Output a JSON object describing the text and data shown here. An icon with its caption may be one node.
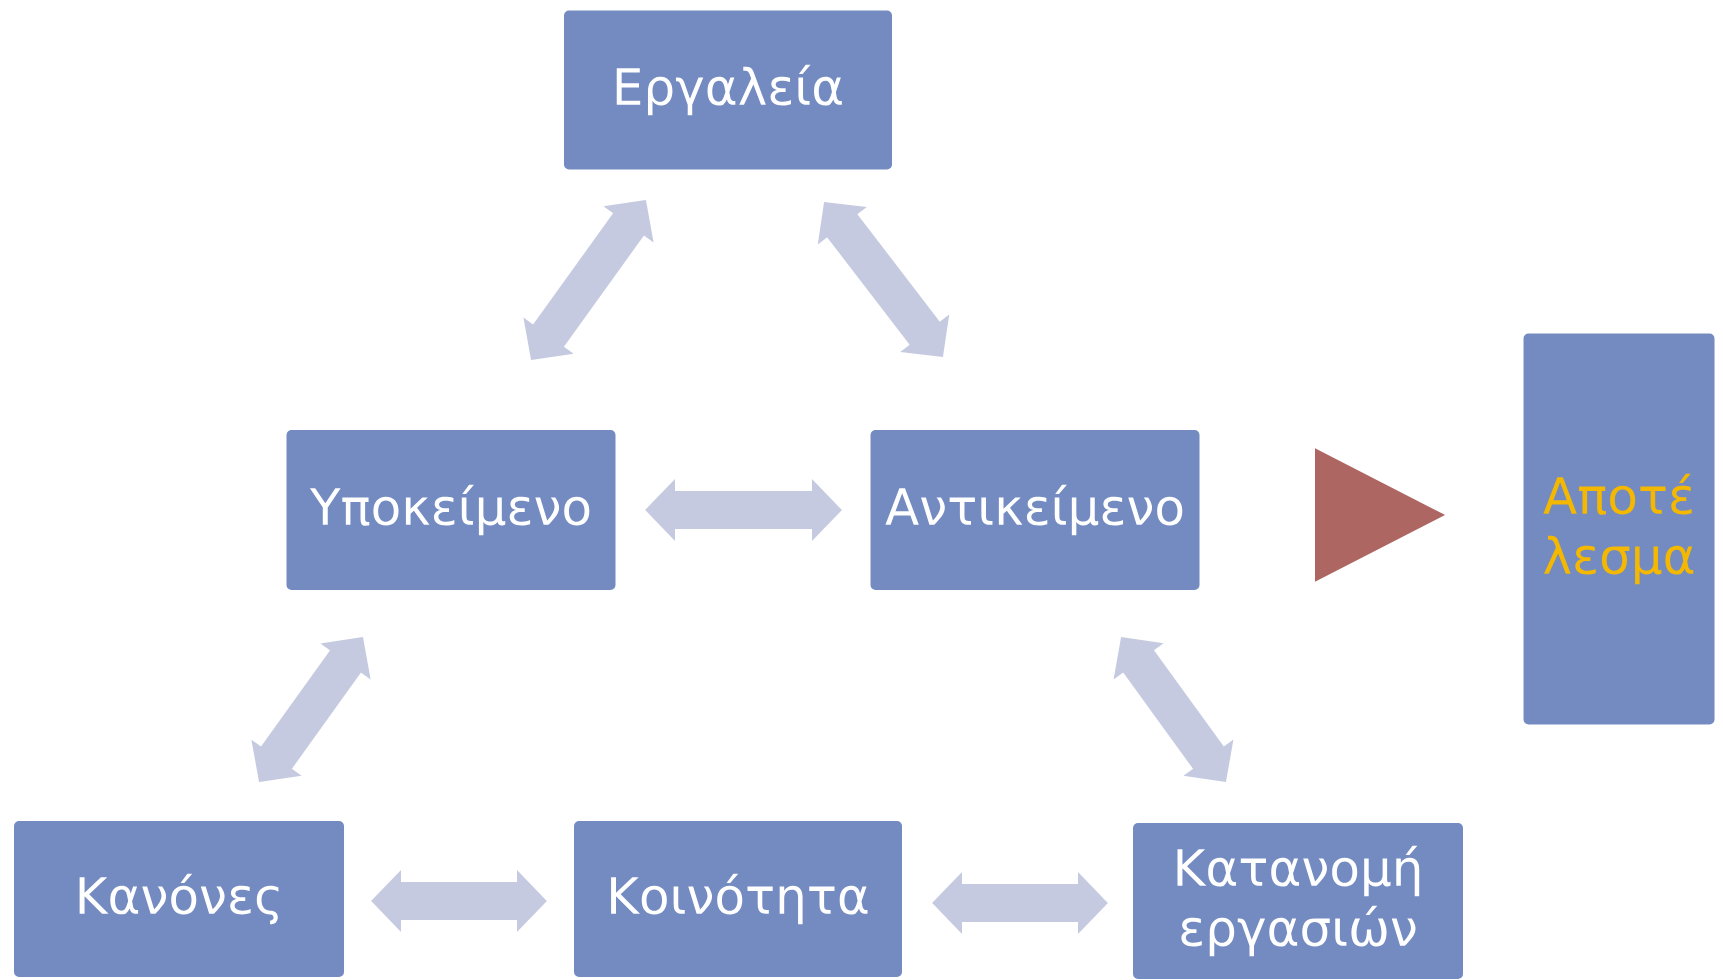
{
  "diagram": {
    "nodes": [
      {
        "text": [
          "Εργαλεία"
        ]
      },
      {
        "text": [
          "Υποκείμενο"
        ]
      },
      {
        "text": [
          "Αντικείμενο"
        ]
      },
      {
        "text": [
          "Αποτέ λεσμα"
        ]
      },
      {
        "text": [
          "Κανόνες"
        ]
      },
      {
        "text": [
          "Κοινότητα"
        ]
      },
      {
        "text": [
          "Κατανομή εργασιών"
        ]
      }
    ],
    "edges": [
      {
        "from": 0,
        "to": 1,
        "arrow": "both"
      },
      {
        "from": 0,
        "to": 2,
        "arrow": "both"
      },
      {
        "from": 1,
        "to": 2,
        "arrow": "both"
      },
      {
        "from": 1,
        "to": 4,
        "arrow": "both"
      },
      {
        "from": 2,
        "to": 6,
        "arrow": "both"
      },
      {
        "from": 4,
        "to": 5,
        "arrow": "both"
      },
      {
        "from": 5,
        "to": 6,
        "arrow": "both"
      },
      {
        "from": 2,
        "to": 3,
        "arrow": "to",
        "color": "#ad6662"
      }
    ]
  }
}
